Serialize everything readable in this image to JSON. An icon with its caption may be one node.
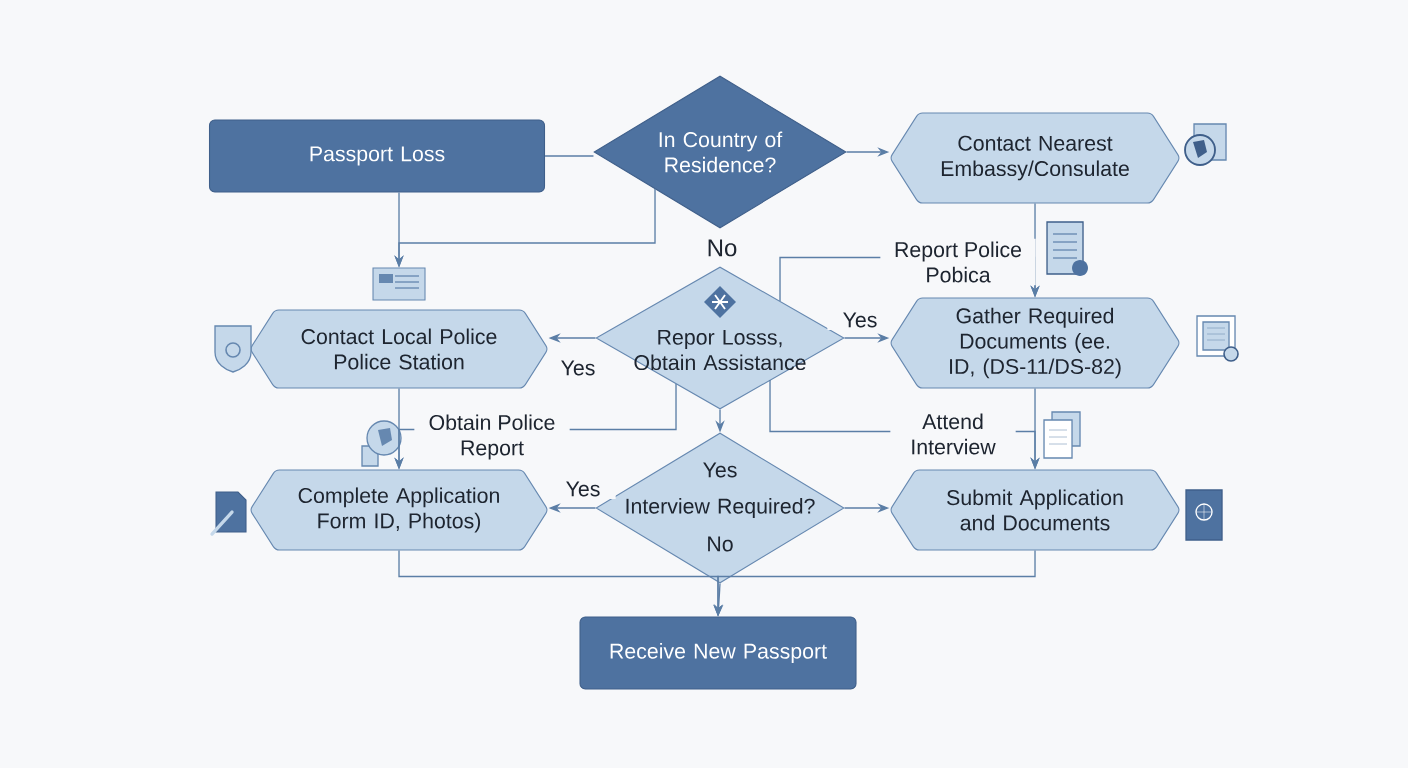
{
  "diagram": {
    "nodes": [
      {
        "text": [
          "Passport Loss"
        ]
      },
      {
        "text": [
          "In Country of Residence?"
        ]
      },
      {
        "text": [
          "Contact Nearest Embassy/Consulate"
        ]
      },
      {
        "text": [
          "Repor Losss, Obtain Assistance"
        ]
      },
      {
        "text": [
          "Contact Local Police Police Station"
        ]
      },
      {
        "text": [
          "Gather Required Documents (ee. ID, (DS-11/DS-82)"
        ]
      },
      {
        "text": [
          "Yes",
          "Interview Required?",
          "No"
        ]
      },
      {
        "text": [
          "Complete Application Form ID, Photos)"
        ]
      },
      {
        "text": [
          "Submit Application and Documents"
        ]
      },
      {
        "text": [
          "Receive New Passport"
        ]
      },
      {
        "text": [],
        "shape": "picture"
      }
    ],
    "edges": [
      {
        "from": 0,
        "to": 1,
        "arrow": "none"
      },
      {
        "from": 1,
        "to": 2,
        "arrow": "to"
      },
      {
        "from": 0,
        "to": 10,
        "arrow": "to"
      },
      {
        "from": 1,
        "to": 10,
        "arrow": "to"
      },
      {
        "from": 3,
        "to": 4,
        "arrow": "to",
        "label": "Yes"
      },
      {
        "from": 3,
        "to": 5,
        "arrow": "to",
        "label": "Yes"
      },
      {
        "from": 2,
        "to": 5,
        "arrow": "to"
      },
      {
        "from": 3,
        "to": 5,
        "arrow": "to",
        "label": "Report Police Pobica"
      },
      {
        "from": 3,
        "to": 6,
        "arrow": "to"
      },
      {
        "from": 4,
        "to": 7,
        "arrow": "to"
      },
      {
        "from": 3,
        "to": 7,
        "arrow": "to",
        "label": "Obtain Police Report"
      },
      {
        "from": 3,
        "to": 8,
        "arrow": "to",
        "label": "Attend Interview"
      },
      {
        "from": 5,
        "to": 8,
        "arrow": "to"
      },
      {
        "from": 6,
        "to": 7,
        "arrow": "to",
        "label": "Yes"
      },
      {
        "from": 6,
        "to": 8,
        "arrow": "to"
      },
      {
        "from": 7,
        "to": 9,
        "arrow": "to"
      },
      {
        "from": 8,
        "to": 9,
        "arrow": "to"
      },
      {
        "from": 6,
        "to": 9,
        "arrow": "to"
      }
    ],
    "labels": [
      "No"
    ]
  }
}
